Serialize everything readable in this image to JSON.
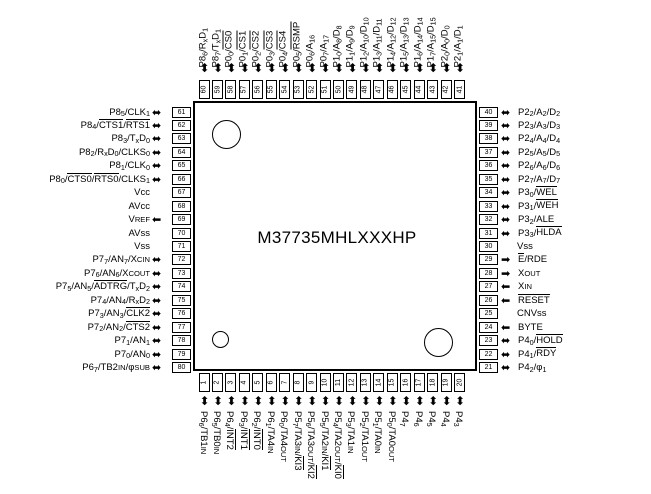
{
  "chip": {
    "part_number": "M37735MHLXXXHP",
    "package": "80-pin QFP pinout diagram",
    "dimples": [
      "index-mark-top-left",
      "index-mark-bottom-left",
      "index-mark-bottom-right"
    ]
  },
  "pins": {
    "top": [
      {
        "num": "60",
        "label": "P8|6|/R|x|D|1|",
        "dir": "bidir"
      },
      {
        "num": "59",
        "label": "P8|7|/T|x|D|1|",
        "dir": "bidir"
      },
      {
        "num": "58",
        "label": "P0|0|/~CS0",
        "dir": "bidir"
      },
      {
        "num": "57",
        "label": "P0|1|/~CS1",
        "dir": "bidir"
      },
      {
        "num": "56",
        "label": "P0|2|/~CS2",
        "dir": "bidir"
      },
      {
        "num": "55",
        "label": "P0|3|/~CS3",
        "dir": "bidir"
      },
      {
        "num": "54",
        "label": "P0|4|/~CS4",
        "dir": "bidir"
      },
      {
        "num": "53",
        "label": "P0|5|/~RSMP",
        "dir": "bidir"
      },
      {
        "num": "52",
        "label": "P0|6|/A|16|",
        "dir": "bidir"
      },
      {
        "num": "51",
        "label": "P0|7|/A|17|",
        "dir": "bidir"
      },
      {
        "num": "50",
        "label": "P1|0|/A|8|/D|8|",
        "dir": "bidir"
      },
      {
        "num": "49",
        "label": "P1|1|/A|9|/D|9|",
        "dir": "bidir"
      },
      {
        "num": "48",
        "label": "P1|2|/A|10|/D|10|",
        "dir": "bidir"
      },
      {
        "num": "47",
        "label": "P1|3|/A|11|/D|11|",
        "dir": "bidir"
      },
      {
        "num": "46",
        "label": "P1|4|/A|12|/D|12|",
        "dir": "bidir"
      },
      {
        "num": "45",
        "label": "P1|5|/A|13|/D|13|",
        "dir": "bidir"
      },
      {
        "num": "44",
        "label": "P1|6|/A|14|/D|14|",
        "dir": "bidir"
      },
      {
        "num": "43",
        "label": "P1|7|/A|15|/D|15|",
        "dir": "bidir"
      },
      {
        "num": "42",
        "label": "P2|0|/A|0|/D|0|",
        "dir": "bidir"
      },
      {
        "num": "41",
        "label": "P2|1|/A|1|/D|1|",
        "dir": "bidir"
      }
    ],
    "left": [
      {
        "num": "61",
        "label": "P8|5|/CLK|1|",
        "dir": "bidir"
      },
      {
        "num": "62",
        "label": "P8|4|/~CTS1/~RTS1",
        "dir": "bidir"
      },
      {
        "num": "63",
        "label": "P8|3|/T|x|D|0|",
        "dir": "bidir"
      },
      {
        "num": "64",
        "label": "P8|2|/R|x|D|0|/CLKS|0|",
        "dir": "bidir"
      },
      {
        "num": "65",
        "label": "P8|1|/CLK|0|",
        "dir": "bidir"
      },
      {
        "num": "66",
        "label": "P8|0|/~CTS0/~RTS0/CLKS|1|",
        "dir": "bidir"
      },
      {
        "num": "67",
        "label": "Vcc",
        "dir": "none"
      },
      {
        "num": "68",
        "label": "AVcc",
        "dir": "none"
      },
      {
        "num": "69",
        "label": "V|REF|",
        "dir": "in"
      },
      {
        "num": "70",
        "label": "AVss",
        "dir": "none"
      },
      {
        "num": "71",
        "label": "Vss",
        "dir": "none"
      },
      {
        "num": "72",
        "label": "P7|7|/AN|7|/X|CIN|",
        "dir": "bidir"
      },
      {
        "num": "73",
        "label": "P7|6|/AN|6|/X|COUT|",
        "dir": "bidir"
      },
      {
        "num": "74",
        "label": "P7|5|/AN|5|/~ADTRG/T|x|D|2|",
        "dir": "bidir"
      },
      {
        "num": "75",
        "label": "P7|4|/AN|4|/R|x|D|2|",
        "dir": "bidir"
      },
      {
        "num": "76",
        "label": "P7|3|/AN|3|/~CLK2",
        "dir": "bidir"
      },
      {
        "num": "77",
        "label": "P7|2|/AN|2|/~CTS2",
        "dir": "bidir"
      },
      {
        "num": "78",
        "label": "P7|1|/AN|1|",
        "dir": "bidir"
      },
      {
        "num": "79",
        "label": "P7|0|/AN|0|",
        "dir": "bidir"
      },
      {
        "num": "80",
        "label": "P6|7|/TB2|IN|/φ|SUB|",
        "dir": "bidir"
      }
    ],
    "right": [
      {
        "num": "40",
        "label": "P2|2|/A|2|/D|2|",
        "dir": "bidir"
      },
      {
        "num": "39",
        "label": "P2|3|/A|3|/D|3|",
        "dir": "bidir"
      },
      {
        "num": "38",
        "label": "P2|4|/A|4|/D|4|",
        "dir": "bidir"
      },
      {
        "num": "37",
        "label": "P2|5|/A|5|/D|5|",
        "dir": "bidir"
      },
      {
        "num": "36",
        "label": "P2|6|/A|6|/D|6|",
        "dir": "bidir"
      },
      {
        "num": "35",
        "label": "P2|7|/A|7|/D|7|",
        "dir": "bidir"
      },
      {
        "num": "34",
        "label": "P3|0|/~WEL",
        "dir": "bidir"
      },
      {
        "num": "33",
        "label": "P3|1|/~WEH",
        "dir": "bidir"
      },
      {
        "num": "32",
        "label": "P3|2|/ALE",
        "dir": "bidir"
      },
      {
        "num": "31",
        "label": "P3|3|/~HLDA",
        "dir": "bidir"
      },
      {
        "num": "30",
        "label": "Vss",
        "dir": "none"
      },
      {
        "num": "29",
        "label": "~E/RDE",
        "dir": "out"
      },
      {
        "num": "28",
        "label": "X|OUT|",
        "dir": "out"
      },
      {
        "num": "27",
        "label": "X|IN|",
        "dir": "in"
      },
      {
        "num": "26",
        "label": "~RESET",
        "dir": "in"
      },
      {
        "num": "25",
        "label": "CNVss",
        "dir": "none"
      },
      {
        "num": "24",
        "label": "BYTE",
        "dir": "in"
      },
      {
        "num": "23",
        "label": "P4|0|/~HOLD",
        "dir": "bidir"
      },
      {
        "num": "22",
        "label": "P4|1|/~RDY",
        "dir": "bidir"
      },
      {
        "num": "21",
        "label": "P4|2|/φ|1|",
        "dir": "bidir"
      }
    ],
    "bottom": [
      {
        "num": "1",
        "label": "P6|6|/TB1|IN|",
        "dir": "bidir"
      },
      {
        "num": "2",
        "label": "P6|5|/TB0|IN|",
        "dir": "bidir"
      },
      {
        "num": "3",
        "label": "P6|4|/~INT2",
        "dir": "bidir"
      },
      {
        "num": "4",
        "label": "P6|3|/~INT1",
        "dir": "bidir"
      },
      {
        "num": "5",
        "label": "P6|2|/~INT0",
        "dir": "bidir"
      },
      {
        "num": "6",
        "label": "P6|1|/TA4|IN|",
        "dir": "bidir"
      },
      {
        "num": "7",
        "label": "P6|0|/TA4|OUT|",
        "dir": "bidir"
      },
      {
        "num": "8",
        "label": "P5|7|/TA3|IN|/~KI3",
        "dir": "bidir"
      },
      {
        "num": "9",
        "label": "P5|6|/TA3|OUT|/~KI2",
        "dir": "bidir"
      },
      {
        "num": "10",
        "label": "P5|5|/TA2|IN|/~KI1",
        "dir": "bidir"
      },
      {
        "num": "11",
        "label": "P5|4|/TA2|OUT|/~KI0",
        "dir": "bidir"
      },
      {
        "num": "12",
        "label": "P5|3|/TA1|IN|",
        "dir": "bidir"
      },
      {
        "num": "13",
        "label": "P5|2|/TA1|OUT|",
        "dir": "bidir"
      },
      {
        "num": "14",
        "label": "P5|1|/TA0|IN|",
        "dir": "bidir"
      },
      {
        "num": "15",
        "label": "P5|0|/TA0|OUT|",
        "dir": "bidir"
      },
      {
        "num": "16",
        "label": "P4|7|",
        "dir": "bidir"
      },
      {
        "num": "17",
        "label": "P4|6|",
        "dir": "bidir"
      },
      {
        "num": "18",
        "label": "P4|5|",
        "dir": "bidir"
      },
      {
        "num": "19",
        "label": "P4|4|",
        "dir": "bidir"
      },
      {
        "num": "20",
        "label": "P4|3|",
        "dir": "bidir"
      }
    ]
  },
  "colors": {
    "line": "#000000",
    "background": "#ffffff"
  }
}
